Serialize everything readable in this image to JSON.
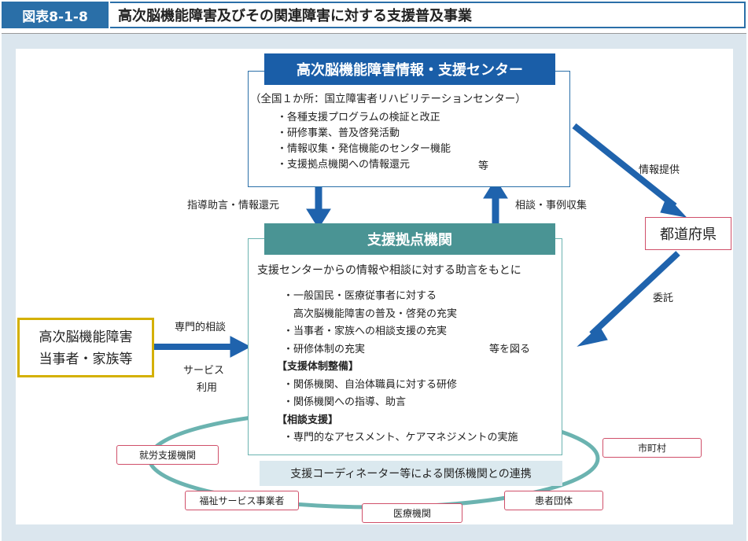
{
  "header": {
    "number": "図表8-1-8",
    "title": "高次脳機能障害及びその関連障害に対する支援普及事業"
  },
  "center": {
    "title": "高次脳機能障害情報・支援センター",
    "subtitle": "（全国１か所：国立障害者リハビリテーションセンター）",
    "items": [
      "・各種支援プログラムの検証と改正",
      "・研修事業、普及啓発活動",
      "・情報収集・発信機能のセンター機能",
      "・支援拠点機関への情報還元"
    ],
    "etc": "等"
  },
  "hub": {
    "title": "支援拠点機関",
    "lead": "支援センターからの情報や相談に対する助言をもとに",
    "items": [
      "・一般国民・医療従事者に対する",
      "　高次脳機能障害の普及・啓発の充実",
      "・当事者・家族への相談支援の充実",
      "・研修体制の充実"
    ],
    "etc": "等を図る",
    "section1": "【支援体制整備】",
    "section1_items": [
      "・関係機関、自治体職員に対する研修",
      "・関係機関への指導、助言"
    ],
    "section2": "【相談支援】",
    "section2_items": [
      "・専門的なアセスメント、ケアマネジメントの実施"
    ]
  },
  "arrows": {
    "down": "指導助言・情報還元",
    "up": "相談・事例収集",
    "info": "情報提供",
    "entrust": "委託",
    "consult": "専門的相談",
    "service1": "サービス",
    "service2": "利用"
  },
  "prefecture": "都道府県",
  "patient": {
    "line1": "高次脳機能障害",
    "line2": "当事者・家族等"
  },
  "network": {
    "label": "支援コーディネーター等による関係機関との連携",
    "nodes": [
      "就労支援機関",
      "市町村",
      "福祉サービス事業者",
      "医療機関",
      "患者団体"
    ]
  },
  "colors": {
    "blue": "#2a6fa8",
    "teal": "#4a9494",
    "yellow": "#d4b000",
    "pink": "#d0506a"
  }
}
